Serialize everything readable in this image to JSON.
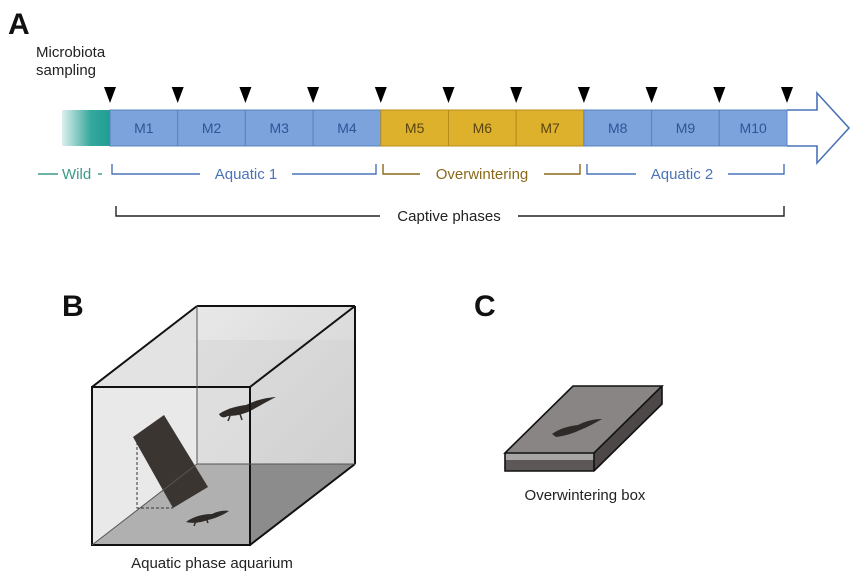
{
  "panels": {
    "a": {
      "letter": "A"
    },
    "b": {
      "letter": "B",
      "caption": "Aquatic phase aquarium"
    },
    "c": {
      "letter": "C",
      "caption": "Overwintering box"
    }
  },
  "sampling_label": {
    "line1": "Microbiota",
    "line2": "sampling"
  },
  "months": [
    "M1",
    "M2",
    "M3",
    "M4",
    "M5",
    "M6",
    "M7",
    "M8",
    "M9",
    "M10"
  ],
  "phases": [
    {
      "name": "Wild",
      "color": "#3a9a8a"
    },
    {
      "name": "Aquatic 1",
      "color": "#4a73b8"
    },
    {
      "name": "Overwintering",
      "color": "#8a6a1a"
    },
    {
      "name": "Aquatic 2",
      "color": "#4a73b8"
    }
  ],
  "captive_label": "Captive phases",
  "colors": {
    "aquatic_fill": "#7ca3dc",
    "aquatic_text": "#2f5597",
    "overwinter_fill": "#ddb12c",
    "overwinter_text": "#5a4410",
    "wild_fill": "#1f9e92",
    "marker": "#000000"
  }
}
